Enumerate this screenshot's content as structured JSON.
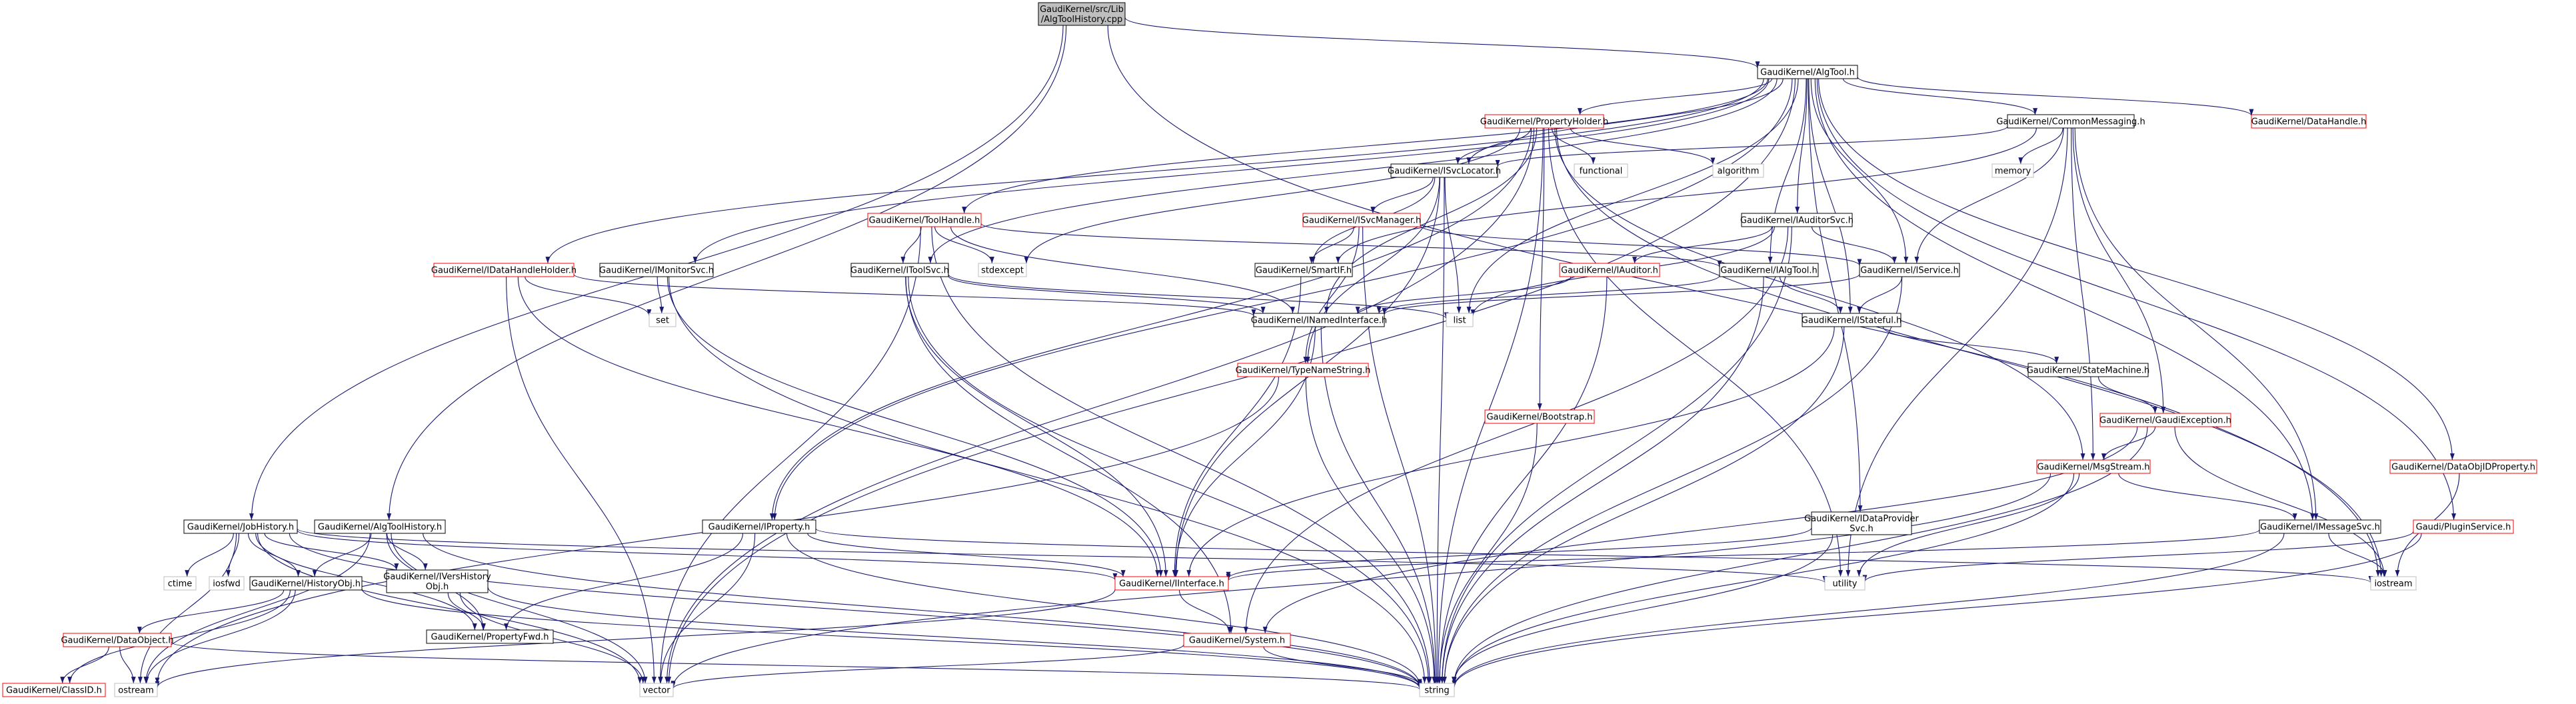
{
  "colors": {
    "edge": "#191970",
    "node_border_complete": "#000000",
    "node_border_incomplete": "#ff0000",
    "node_border_external": "#bfbfbf",
    "node_fill_root": "#bfbfbf",
    "node_fill": "#ffffff",
    "label": "#000000"
  },
  "nodes": [
    {
      "id": "root",
      "style": "root",
      "lines": [
        "GaudiKernel/src/Lib",
        "/AlgToolHistory.cpp"
      ]
    },
    {
      "id": "algtool",
      "style": "complete",
      "lines": [
        "GaudiKernel/AlgTool.h"
      ]
    },
    {
      "id": "propholder",
      "style": "incomplete",
      "lines": [
        "GaudiKernel/PropertyHolder.h"
      ]
    },
    {
      "id": "commonmsg",
      "style": "complete",
      "lines": [
        "GaudiKernel/CommonMessaging.h"
      ]
    },
    {
      "id": "datahandle",
      "style": "incomplete",
      "lines": [
        "GaudiKernel/DataHandle.h"
      ]
    },
    {
      "id": "isvclocator",
      "style": "complete",
      "lines": [
        "GaudiKernel/ISvcLocator.h"
      ]
    },
    {
      "id": "functional",
      "style": "external",
      "lines": [
        "functional"
      ]
    },
    {
      "id": "algorithm",
      "style": "external",
      "lines": [
        "algorithm"
      ]
    },
    {
      "id": "memory",
      "style": "external",
      "lines": [
        "memory"
      ]
    },
    {
      "id": "toolhandle",
      "style": "incomplete",
      "lines": [
        "GaudiKernel/ToolHandle.h"
      ]
    },
    {
      "id": "isvcmanager",
      "style": "incomplete",
      "lines": [
        "GaudiKernel/ISvcManager.h"
      ]
    },
    {
      "id": "iauditorsvc",
      "style": "complete",
      "lines": [
        "GaudiKernel/IAuditorSvc.h"
      ]
    },
    {
      "id": "stdexcept",
      "style": "external",
      "lines": [
        "stdexcept"
      ]
    },
    {
      "id": "itoolsvc",
      "style": "complete",
      "lines": [
        "GaudiKernel/IToolSvc.h"
      ]
    },
    {
      "id": "smartif",
      "style": "complete",
      "lines": [
        "GaudiKernel/SmartIF.h"
      ]
    },
    {
      "id": "iauditor",
      "style": "incomplete",
      "lines": [
        "GaudiKernel/IAuditor.h"
      ]
    },
    {
      "id": "ialgtool",
      "style": "complete",
      "lines": [
        "GaudiKernel/IAlgTool.h"
      ]
    },
    {
      "id": "iservice",
      "style": "complete",
      "lines": [
        "GaudiKernel/IService.h"
      ]
    },
    {
      "id": "idatahandleholder",
      "style": "incomplete",
      "lines": [
        "GaudiKernel/IDataHandleHolder.h"
      ]
    },
    {
      "id": "imonitorsvc",
      "style": "complete",
      "lines": [
        "GaudiKernel/IMonitorSvc.h"
      ]
    },
    {
      "id": "set",
      "style": "external",
      "lines": [
        "set"
      ]
    },
    {
      "id": "inamedinterface",
      "style": "complete",
      "lines": [
        "GaudiKernel/INamedInterface.h"
      ]
    },
    {
      "id": "list",
      "style": "external",
      "lines": [
        "list"
      ]
    },
    {
      "id": "istateful",
      "style": "complete",
      "lines": [
        "GaudiKernel/IStateful.h"
      ]
    },
    {
      "id": "typenamestring",
      "style": "incomplete",
      "lines": [
        "GaudiKernel/TypeNameString.h"
      ]
    },
    {
      "id": "statemachine",
      "style": "complete",
      "lines": [
        "GaudiKernel/StateMachine.h"
      ]
    },
    {
      "id": "bootstrap",
      "style": "incomplete",
      "lines": [
        "GaudiKernel/Bootstrap.h"
      ]
    },
    {
      "id": "gaudiexception",
      "style": "incomplete",
      "lines": [
        "GaudiKernel/GaudiException.h"
      ]
    },
    {
      "id": "dataobjidproperty",
      "style": "incomplete",
      "lines": [
        "GaudiKernel/DataObjIDProperty.h"
      ]
    },
    {
      "id": "msgstream",
      "style": "incomplete",
      "lines": [
        "GaudiKernel/MsgStream.h"
      ]
    },
    {
      "id": "jobhistory",
      "style": "complete",
      "lines": [
        "GaudiKernel/JobHistory.h"
      ]
    },
    {
      "id": "algtoolhistory",
      "style": "complete",
      "lines": [
        "GaudiKernel/AlgToolHistory.h"
      ]
    },
    {
      "id": "iproperty",
      "style": "complete",
      "lines": [
        "GaudiKernel/IProperty.h"
      ]
    },
    {
      "id": "idataprovidersvc",
      "style": "complete",
      "lines": [
        "GaudiKernel/IDataProvider",
        "Svc.h"
      ]
    },
    {
      "id": "imessagesvc",
      "style": "complete",
      "lines": [
        "GaudiKernel/IMessageSvc.h"
      ]
    },
    {
      "id": "pluginservice",
      "style": "incomplete",
      "lines": [
        "Gaudi/PluginService.h"
      ]
    },
    {
      "id": "ctime",
      "style": "external",
      "lines": [
        "ctime"
      ]
    },
    {
      "id": "iosfwd",
      "style": "external",
      "lines": [
        "iosfwd"
      ]
    },
    {
      "id": "historyobj",
      "style": "complete",
      "lines": [
        "GaudiKernel/HistoryObj.h"
      ]
    },
    {
      "id": "iversionhistory",
      "style": "complete",
      "lines": [
        "GaudiKernel/IVersHistory",
        "Obj.h"
      ]
    },
    {
      "id": "iinterface",
      "style": "incomplete",
      "lines": [
        "GaudiKernel/IInterface.h"
      ]
    },
    {
      "id": "utility",
      "style": "external",
      "lines": [
        "utility"
      ]
    },
    {
      "id": "iostream",
      "style": "external",
      "lines": [
        "iostream"
      ]
    },
    {
      "id": "dataobject",
      "style": "incomplete",
      "lines": [
        "GaudiKernel/DataObject.h"
      ]
    },
    {
      "id": "propertyfwd",
      "style": "complete",
      "lines": [
        "GaudiKernel/PropertyFwd.h"
      ]
    },
    {
      "id": "system",
      "style": "incomplete",
      "lines": [
        "GaudiKernel/System.h"
      ]
    },
    {
      "id": "classid",
      "style": "incomplete",
      "lines": [
        "GaudiKernel/ClassID.h"
      ]
    },
    {
      "id": "ostream",
      "style": "external",
      "lines": [
        "ostream"
      ]
    },
    {
      "id": "vector",
      "style": "external",
      "lines": [
        "vector"
      ]
    },
    {
      "id": "string",
      "style": "external",
      "lines": [
        "string"
      ]
    }
  ],
  "edges": [
    [
      "root",
      "algtool"
    ],
    [
      "root",
      "jobhistory"
    ],
    [
      "root",
      "algtoolhistory"
    ],
    [
      "root",
      "iostream"
    ],
    [
      "algtool",
      "propholder"
    ],
    [
      "algtool",
      "commonmsg"
    ],
    [
      "algtool",
      "datahandle"
    ],
    [
      "algtool",
      "isvclocator"
    ],
    [
      "algtool",
      "iauditorsvc"
    ],
    [
      "algtool",
      "itoolsvc"
    ],
    [
      "algtool",
      "ialgtool"
    ],
    [
      "algtool",
      "iservice"
    ],
    [
      "algtool",
      "idatahandleholder"
    ],
    [
      "algtool",
      "imonitorsvc"
    ],
    [
      "algtool",
      "istateful"
    ],
    [
      "algtool",
      "dataobjidproperty"
    ],
    [
      "algtool",
      "idataprovidersvc"
    ],
    [
      "algtool",
      "imessagesvc"
    ],
    [
      "algtool",
      "pluginservice"
    ],
    [
      "algtool",
      "iproperty"
    ],
    [
      "algtool",
      "toolhandle"
    ],
    [
      "algtool",
      "list"
    ],
    [
      "algtool",
      "vector"
    ],
    [
      "propholder",
      "isvclocator"
    ],
    [
      "propholder",
      "functional"
    ],
    [
      "propholder",
      "algorithm"
    ],
    [
      "propholder",
      "stdexcept"
    ],
    [
      "propholder",
      "bootstrap"
    ],
    [
      "propholder",
      "iproperty"
    ],
    [
      "propholder",
      "msgstream"
    ],
    [
      "propholder",
      "iostream"
    ],
    [
      "propholder",
      "utility"
    ],
    [
      "propholder",
      "vector"
    ],
    [
      "propholder",
      "string"
    ],
    [
      "propholder",
      "inamedinterface"
    ],
    [
      "commonmsg",
      "isvclocator"
    ],
    [
      "commonmsg",
      "memory"
    ],
    [
      "commonmsg",
      "iservice"
    ],
    [
      "commonmsg",
      "imessagesvc"
    ],
    [
      "commonmsg",
      "msgstream"
    ],
    [
      "commonmsg",
      "gaudiexception"
    ],
    [
      "commonmsg",
      "smartif"
    ],
    [
      "commonmsg",
      "utility"
    ],
    [
      "isvclocator",
      "isvcmanager"
    ],
    [
      "isvclocator",
      "smartif"
    ],
    [
      "isvclocator",
      "list"
    ],
    [
      "isvclocator",
      "string"
    ],
    [
      "isvclocator",
      "iinterface"
    ],
    [
      "isvclocator",
      "typenamestring"
    ],
    [
      "toolhandle",
      "itoolsvc"
    ],
    [
      "toolhandle",
      "ialgtool"
    ],
    [
      "toolhandle",
      "stdexcept"
    ],
    [
      "toolhandle",
      "inamedinterface"
    ],
    [
      "toolhandle",
      "vector"
    ],
    [
      "toolhandle",
      "string"
    ],
    [
      "isvcmanager",
      "smartif"
    ],
    [
      "isvcmanager",
      "iservice"
    ],
    [
      "isvcmanager",
      "typenamestring"
    ],
    [
      "isvcmanager",
      "string"
    ],
    [
      "iauditorsvc",
      "iauditor"
    ],
    [
      "iauditorsvc",
      "iservice"
    ],
    [
      "iauditorsvc",
      "system"
    ],
    [
      "iauditorsvc",
      "list"
    ],
    [
      "iauditorsvc",
      "string"
    ],
    [
      "itoolsvc",
      "inamedinterface"
    ],
    [
      "itoolsvc",
      "iinterface"
    ],
    [
      "itoolsvc",
      "system"
    ],
    [
      "itoolsvc",
      "list"
    ],
    [
      "itoolsvc",
      "string"
    ],
    [
      "smartif",
      "iinterface"
    ],
    [
      "iauditor",
      "inamedinterface"
    ],
    [
      "iauditor",
      "string"
    ],
    [
      "ialgtool",
      "inamedinterface"
    ],
    [
      "ialgtool",
      "istateful"
    ],
    [
      "ialgtool",
      "string"
    ],
    [
      "iservice",
      "inamedinterface"
    ],
    [
      "iservice",
      "istateful"
    ],
    [
      "iservice",
      "string"
    ],
    [
      "idatahandleholder",
      "inamedinterface"
    ],
    [
      "idatahandleholder",
      "set"
    ],
    [
      "idatahandleholder",
      "iinterface"
    ],
    [
      "idatahandleholder",
      "vector"
    ],
    [
      "imonitorsvc",
      "set"
    ],
    [
      "imonitorsvc",
      "iinterface"
    ],
    [
      "imonitorsvc",
      "string"
    ],
    [
      "inamedinterface",
      "iinterface"
    ],
    [
      "inamedinterface",
      "string"
    ],
    [
      "istateful",
      "statemachine"
    ],
    [
      "istateful",
      "iinterface"
    ],
    [
      "istateful",
      "string"
    ],
    [
      "typenamestring",
      "string"
    ],
    [
      "typenamestring",
      "ostream"
    ],
    [
      "statemachine",
      "gaudiexception"
    ],
    [
      "bootstrap",
      "string"
    ],
    [
      "gaudiexception",
      "msgstream"
    ],
    [
      "gaudiexception",
      "system"
    ],
    [
      "gaudiexception",
      "iostream"
    ],
    [
      "gaudiexception",
      "string"
    ],
    [
      "dataobjidproperty",
      "iostream"
    ],
    [
      "msgstream",
      "imessagesvc"
    ],
    [
      "msgstream",
      "string"
    ],
    [
      "msgstream",
      "utility"
    ],
    [
      "msgstream",
      "vector"
    ],
    [
      "jobhistory",
      "historyobj"
    ],
    [
      "jobhistory",
      "iversionhistory"
    ],
    [
      "jobhistory",
      "iinterface"
    ],
    [
      "jobhistory",
      "propertyfwd"
    ],
    [
      "jobhistory",
      "ctime"
    ],
    [
      "jobhistory",
      "iosfwd"
    ],
    [
      "jobhistory",
      "string"
    ],
    [
      "jobhistory",
      "vector"
    ],
    [
      "jobhistory",
      "utility"
    ],
    [
      "jobhistory",
      "ostream"
    ],
    [
      "algtoolhistory",
      "historyobj"
    ],
    [
      "algtoolhistory",
      "iversionhistory"
    ],
    [
      "algtoolhistory",
      "propertyfwd"
    ],
    [
      "algtoolhistory",
      "string"
    ],
    [
      "algtoolhistory",
      "vector"
    ],
    [
      "algtoolhistory",
      "ostream"
    ],
    [
      "iproperty",
      "propertyfwd"
    ],
    [
      "iproperty",
      "iinterface"
    ],
    [
      "iproperty",
      "iostream"
    ],
    [
      "iproperty",
      "string"
    ],
    [
      "iproperty",
      "vector"
    ],
    [
      "idataprovidersvc",
      "iinterface"
    ],
    [
      "idataprovidersvc",
      "string"
    ],
    [
      "imessagesvc",
      "iinterface"
    ],
    [
      "imessagesvc",
      "iostream"
    ],
    [
      "imessagesvc",
      "string"
    ],
    [
      "pluginservice",
      "string"
    ],
    [
      "pluginservice",
      "utility"
    ],
    [
      "historyobj",
      "dataobject"
    ],
    [
      "historyobj",
      "classid"
    ],
    [
      "historyobj",
      "string"
    ],
    [
      "historyobj",
      "ostream"
    ],
    [
      "iversionhistory",
      "propertyfwd"
    ],
    [
      "iversionhistory",
      "string"
    ],
    [
      "iversionhistory",
      "vector"
    ],
    [
      "iinterface",
      "system"
    ],
    [
      "iinterface",
      "ostream"
    ],
    [
      "dataobject",
      "classid"
    ],
    [
      "dataobject",
      "string"
    ],
    [
      "dataobject",
      "ostream"
    ],
    [
      "system",
      "string"
    ],
    [
      "system",
      "vector"
    ]
  ]
}
